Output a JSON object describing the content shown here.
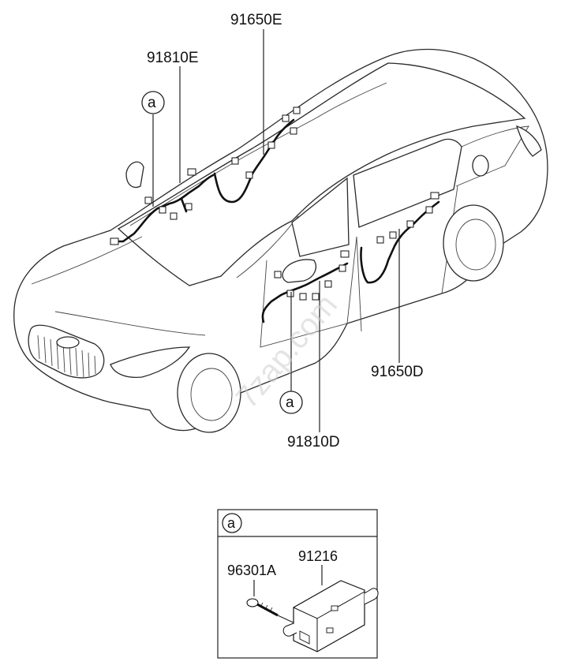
{
  "labels": {
    "p91650E": "91650E",
    "p91810E": "91810E",
    "p91650D": "91650D",
    "p91810D": "91810D",
    "p96301A": "96301A",
    "p91216": "91216"
  },
  "callouts": {
    "a_top": "a",
    "a_mid": "a",
    "a_box": "a"
  },
  "watermark": "7zap.com"
}
